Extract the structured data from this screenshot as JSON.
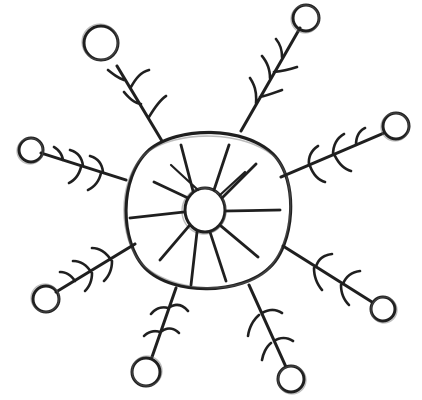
{
  "drawing": {
    "subject": "snowflake-sketch",
    "style": "hand-drawn pencil",
    "ink_color": "#1f1f1f",
    "background_color": "#ffffff",
    "center": {
      "rings": 2,
      "spokes": 12
    },
    "arms": [
      {
        "id": "arm-upper-left",
        "tip": "circle",
        "barbs": 2
      },
      {
        "id": "arm-top-right",
        "tip": "circle",
        "barbs": 4
      },
      {
        "id": "arm-right",
        "tip": "circle",
        "barbs": 3
      },
      {
        "id": "arm-lower-right",
        "tip": "circle",
        "barbs": 2
      },
      {
        "id": "arm-bottom-right",
        "tip": "circle",
        "barbs": 2
      },
      {
        "id": "arm-bottom-left",
        "tip": "circle",
        "barbs": 2
      },
      {
        "id": "arm-lower-left",
        "tip": "circle",
        "barbs": 3
      },
      {
        "id": "arm-left",
        "tip": "circle",
        "barbs": 3
      }
    ]
  }
}
